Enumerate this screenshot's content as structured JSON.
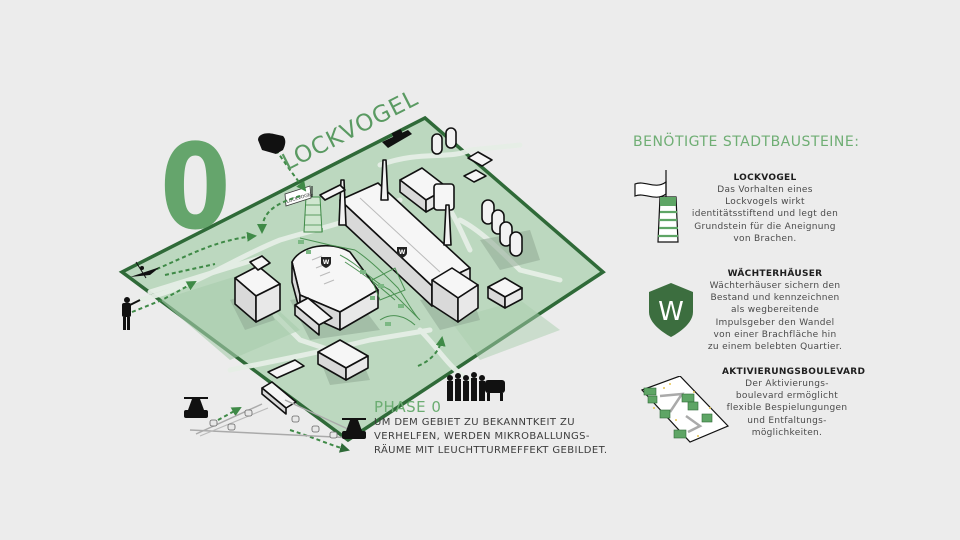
{
  "phase_number": "0",
  "map": {
    "area_label": "LOCKVOGEL",
    "flag_label": "LOCKVOGEL",
    "badge_letter": "W",
    "colors": {
      "background": "#ececec",
      "parcel_fill": "#bcd8bf",
      "parcel_border": "#2f6a38",
      "numeral": "#65a56c",
      "accent_text": "#6cad72",
      "shield": "#3c6e3f",
      "path_green": "#3f8a47"
    }
  },
  "phase": {
    "title": "PHASE 0",
    "lines": [
      "UM DEM GEBIET ZU BEKANNTKEIT ZU",
      "VERHELFEN, WERDEN MIKROBALLUNGS-",
      "RÄUME MIT LEUCHTTURMEFFEKT GEBILDET."
    ]
  },
  "legend": {
    "title": "BENÖTIGTE STADTBAUSTEINE:",
    "items": [
      {
        "icon": "lockvogel-tower-flag-icon",
        "heading": "LOCKVOGEL",
        "description": "Das Vorhalten eines\nLockvogels wirkt\nidentitätsstiftend und legt den\nGrundstein für die Aneignung\nvon Brachen."
      },
      {
        "icon": "shield-w-icon",
        "icon_letter": "W",
        "heading": "WÄCHTERHÄUSER",
        "description": "Wächterhäuser sichern den\nBestand und kennzeichnen\nals wegbereitende\nImpulsgeber den Wandel\nvon einer Brachfläche hin\nzu einem belebten Quartier."
      },
      {
        "icon": "boulevard-plan-icon",
        "heading": "AKTIVIERUNGSBOULEVARD",
        "description": "Der Aktivierungs-\nboulevard ermöglicht\nflexible Bespielungungen\nund Entfaltungs-\nmöglichkeiten."
      }
    ]
  }
}
